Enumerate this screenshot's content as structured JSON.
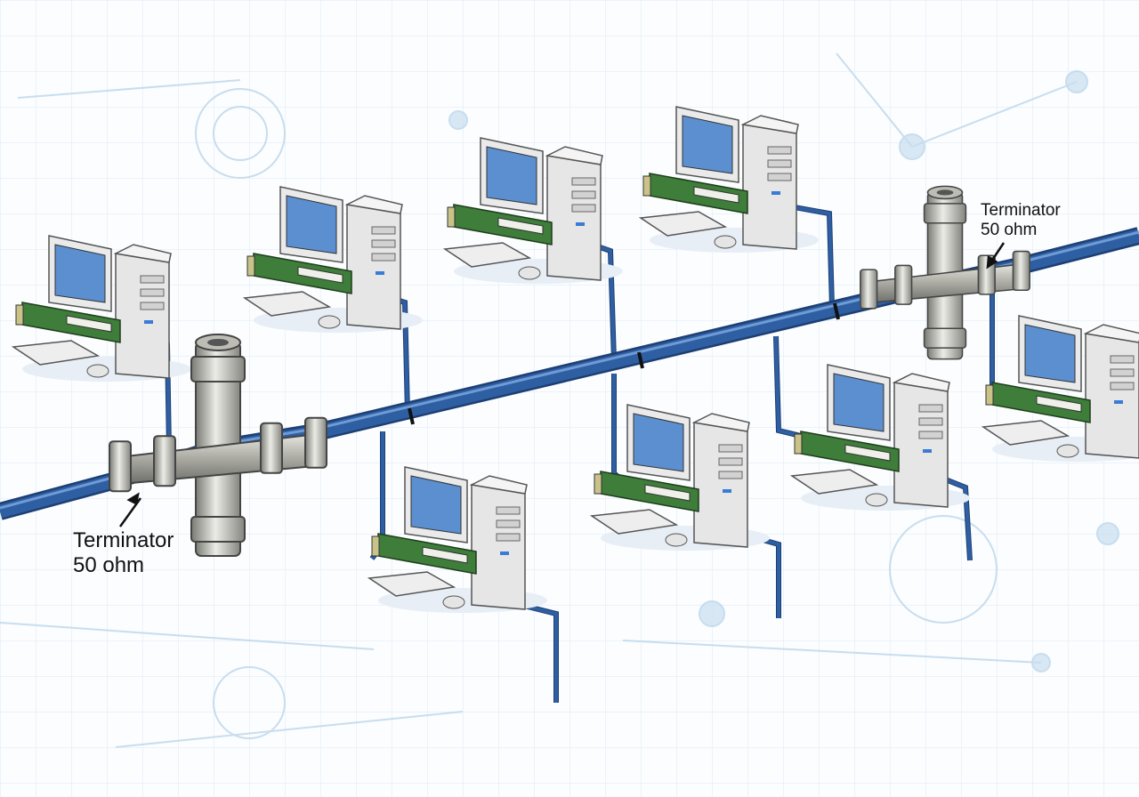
{
  "diagram": {
    "topology": "bus",
    "computer_count": 8,
    "labels": {
      "left_terminator": {
        "line1": "Terminator",
        "line2": "50 ohm"
      },
      "right_terminator": {
        "line1": "Terminator",
        "line2": "50 ohm"
      }
    },
    "colors": {
      "cable": "#2f5fa3",
      "connector": "#b8b8b0",
      "nic_board": "#3e7d3a",
      "screen": "#5b8fcf",
      "case": "#e6e6e6",
      "grid": "#dbe8f3"
    }
  }
}
